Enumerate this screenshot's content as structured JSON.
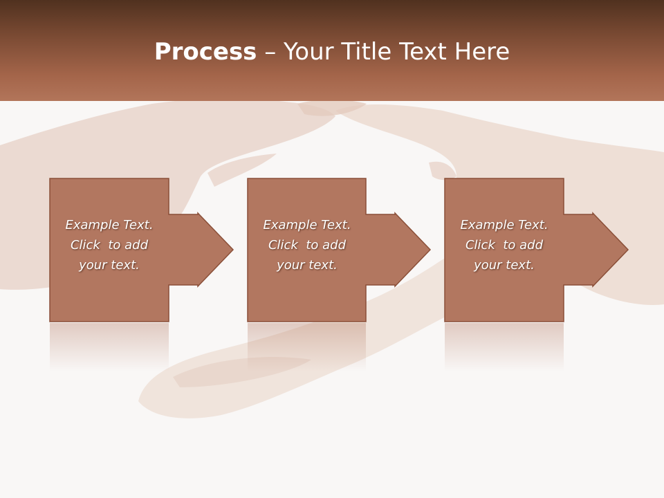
{
  "slide": {
    "title_bold": "Process",
    "title_rest": " – Your Title Text Here"
  },
  "steps": [
    {
      "line1": "Example Text.",
      "line2": "Click  to add",
      "line3": "your text."
    },
    {
      "line1": "Example Text.",
      "line2": "Click  to add",
      "line3": "your text."
    },
    {
      "line1": "Example Text.",
      "line2": "Click  to add",
      "line3": "your text."
    }
  ],
  "colors": {
    "title_bar_top": "#50311f",
    "title_bar_bottom": "#b2755a",
    "box_fill": "#b27760",
    "box_border": "#8a4f38",
    "text": "#ffffff"
  }
}
